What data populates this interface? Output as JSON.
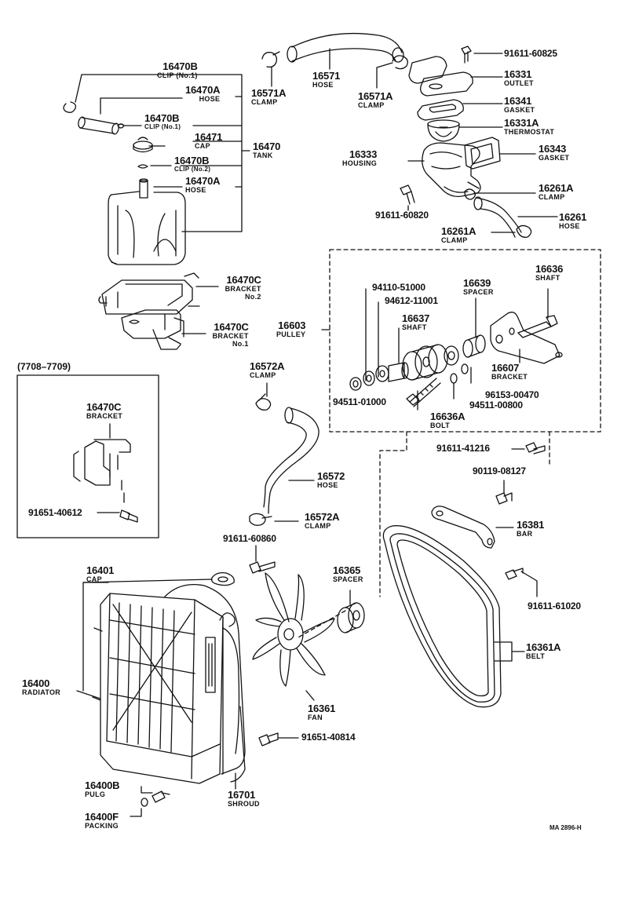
{
  "parts": {
    "p16470B_a": {
      "number": "16470B",
      "name": "CLIP (No.1)"
    },
    "p16470A_a": {
      "number": "16470A",
      "name": "HOSE"
    },
    "p16470B_b": {
      "number": "16470B",
      "name": "CLIP (No.1)"
    },
    "p16471": {
      "number": "16471",
      "name": "CAP"
    },
    "p16470": {
      "number": "16470",
      "name": "TANK"
    },
    "p16470B_c": {
      "number": "16470B",
      "name": "CLIP (No.2)"
    },
    "p16470A_b": {
      "number": "16470A",
      "name": "HOSE"
    },
    "p16470C_a": {
      "number": "16470C",
      "name": "BRACKET",
      "sub": "No.2"
    },
    "p16470C_b": {
      "number": "16470C",
      "name": "BRACKET",
      "sub": "No.1"
    },
    "p16571A_a": {
      "number": "16571A",
      "name": "CLAMP"
    },
    "p16571": {
      "number": "16571",
      "name": "HOSE"
    },
    "p16571A_b": {
      "number": "16571A",
      "name": "CLAMP"
    },
    "p91611_60825": {
      "number": "91611-60825"
    },
    "p16331": {
      "number": "16331",
      "name": "OUTLET"
    },
    "p16341": {
      "number": "16341",
      "name": "GASKET"
    },
    "p16331A": {
      "number": "16331A",
      "name": "THERMOSTAT"
    },
    "p16333": {
      "number": "16333",
      "name": "HOUSING"
    },
    "p16343": {
      "number": "16343",
      "name": "GASKET"
    },
    "p16261A_a": {
      "number": "16261A",
      "name": "CLAMP"
    },
    "p91611_60820": {
      "number": "91611-60820"
    },
    "p16261": {
      "number": "16261",
      "name": "HOSE"
    },
    "p16261A_b": {
      "number": "16261A",
      "name": "CLAMP"
    },
    "p94110": {
      "number": "94110-51000"
    },
    "p94612": {
      "number": "94612-11001"
    },
    "p16639": {
      "number": "16639",
      "name": "SPACER"
    },
    "p16636": {
      "number": "16636",
      "name": "SHAFT"
    },
    "p16637": {
      "number": "16637",
      "name": "SHAFT"
    },
    "p16603": {
      "number": "16603",
      "name": "PULLEY"
    },
    "p16607": {
      "number": "16607",
      "name": "BRACKET"
    },
    "p96153": {
      "number": "96153-00470"
    },
    "p94511_01000": {
      "number": "94511-01000"
    },
    "p94511_00800": {
      "number": "94511-00800"
    },
    "p16636A": {
      "number": "16636A",
      "name": "BOLT"
    },
    "p16572A_a": {
      "number": "16572A",
      "name": "CLAMP"
    },
    "p16572": {
      "number": "16572",
      "name": "HOSE"
    },
    "p16572A_b": {
      "number": "16572A",
      "name": "CLAMP"
    },
    "p91611_41216": {
      "number": "91611-41216"
    },
    "p90119": {
      "number": "90119-08127"
    },
    "p16381": {
      "number": "16381",
      "name": "BAR"
    },
    "p91611_60860": {
      "number": "91611-60860"
    },
    "p16401": {
      "number": "16401",
      "name": "CAP"
    },
    "p16365": {
      "number": "16365",
      "name": "SPACER"
    },
    "p91611_61020": {
      "number": "91611-61020"
    },
    "p16361A": {
      "number": "16361A",
      "name": "BELT"
    },
    "p16400": {
      "number": "16400",
      "name": "RADIATOR"
    },
    "p16361": {
      "number": "16361",
      "name": "FAN"
    },
    "p91651_40814": {
      "number": "91651-40814"
    },
    "p16400B": {
      "number": "16400B",
      "name": "PULG"
    },
    "p16701": {
      "number": "16701",
      "name": "SHROUD"
    },
    "p16400F": {
      "number": "16400F",
      "name": "PACKING"
    },
    "inset_16470C": {
      "number": "16470C",
      "name": "BRACKET"
    },
    "inset_91651": {
      "number": "91651-40612"
    }
  },
  "inset": {
    "title": "(7708–7709)"
  },
  "footer": {
    "code": "MA 2896-H"
  }
}
